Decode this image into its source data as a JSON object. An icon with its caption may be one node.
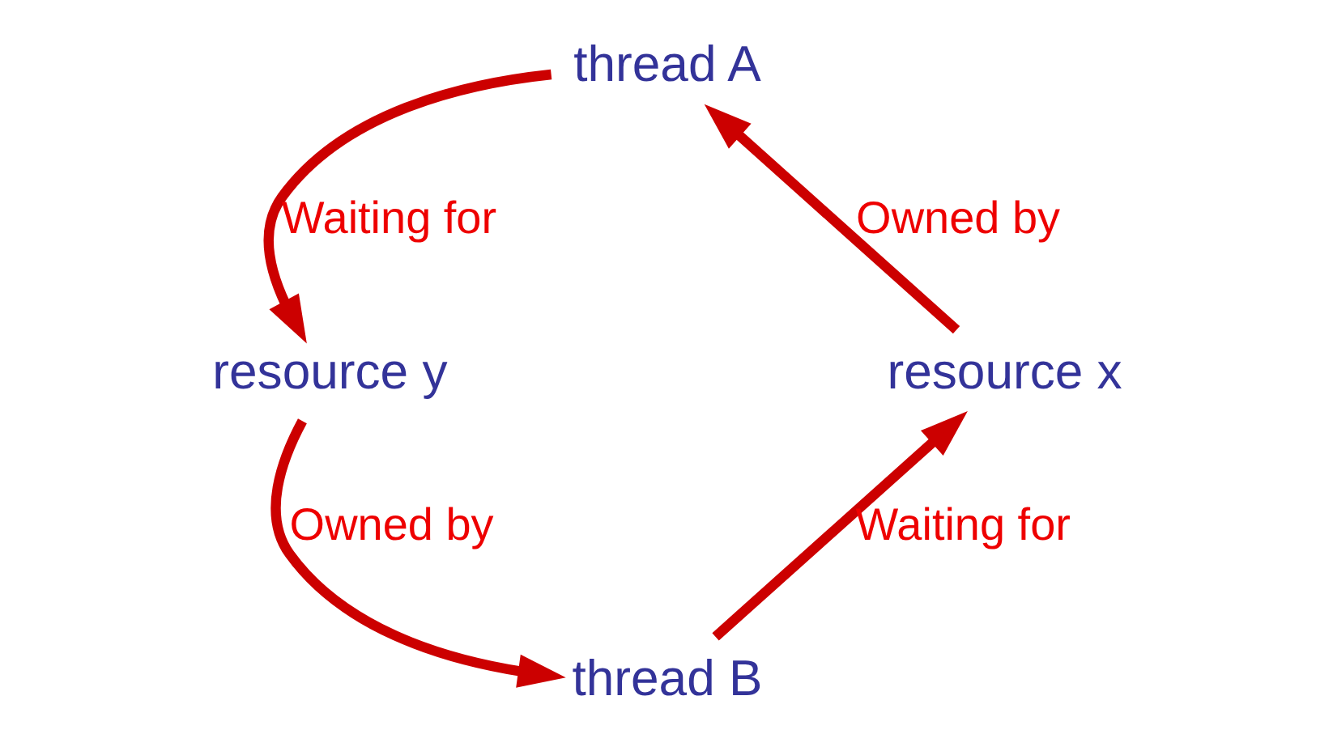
{
  "diagram": {
    "nodes": [
      {
        "text": [
          "thread A"
        ]
      },
      {
        "text": [
          "resource y"
        ]
      },
      {
        "text": [
          "resource x"
        ]
      },
      {
        "text": [
          "thread B"
        ]
      }
    ],
    "edges": [
      {
        "from": 0,
        "to": 1,
        "arrow": "to",
        "label": "Waiting for"
      },
      {
        "from": 1,
        "to": 3,
        "arrow": "to",
        "label": "Owned by"
      },
      {
        "from": 3,
        "to": 2,
        "arrow": "to",
        "label": "Waiting for"
      },
      {
        "from": 2,
        "to": 0,
        "arrow": "to",
        "label": "Owned by"
      }
    ]
  }
}
